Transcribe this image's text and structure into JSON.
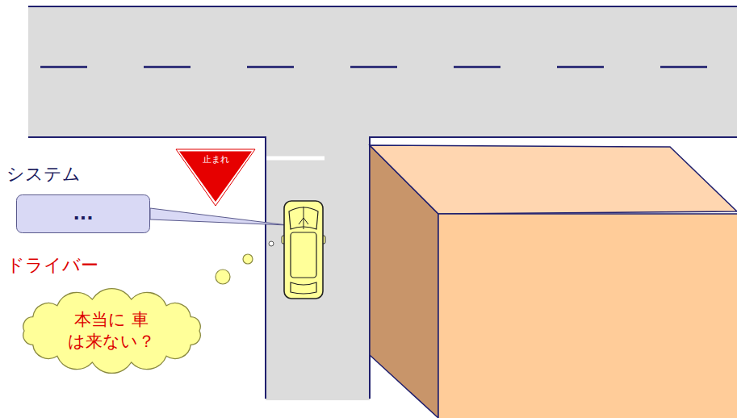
{
  "diagram": {
    "nodes": [
      {
        "text": [
          "止まれ"
        ]
      },
      {
        "text": [
          "..."
        ]
      },
      {
        "text": [
          "本当に 車は来ない？"
        ]
      }
    ],
    "labels": [
      "システム",
      "ドライバー"
    ]
  }
}
